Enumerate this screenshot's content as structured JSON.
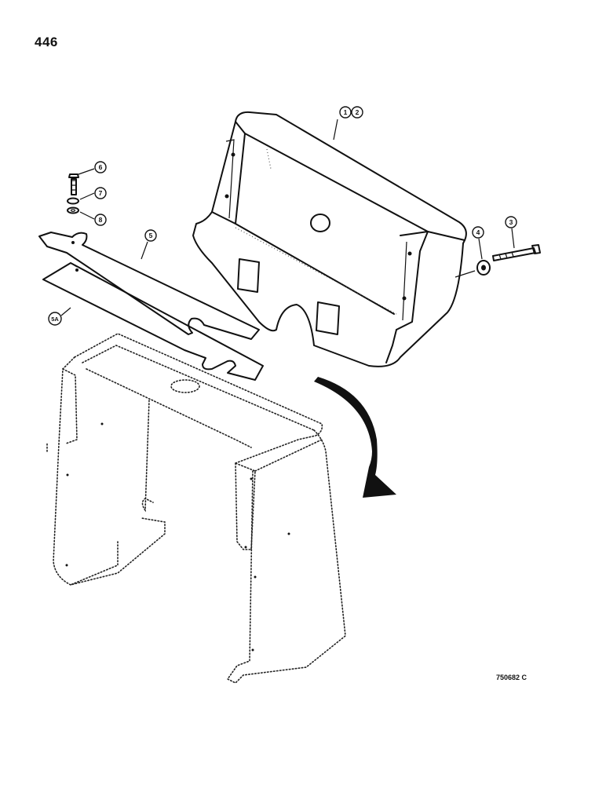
{
  "page_number": "446",
  "drawing_code": "750682 C",
  "callouts": {
    "c1": "1",
    "c2": "2",
    "c3": "3",
    "c4": "4",
    "c5": "5",
    "c5a": "5A",
    "c6": "6",
    "c7": "7",
    "c8": "8"
  }
}
